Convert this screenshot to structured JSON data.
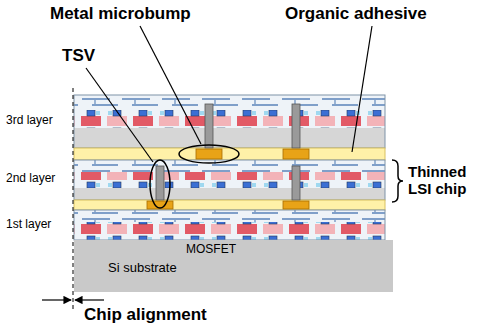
{
  "diagram": {
    "nodes": [
      {
        "text": [
          "Si substrate"
        ]
      }
    ],
    "labels": [
      "Metal microbump",
      "Organic adhesive",
      "TSV",
      "3rd layer",
      "2nd layer",
      "1st layer",
      "Thinned LSI chip",
      "MOSFET",
      "Chip alignment"
    ]
  }
}
